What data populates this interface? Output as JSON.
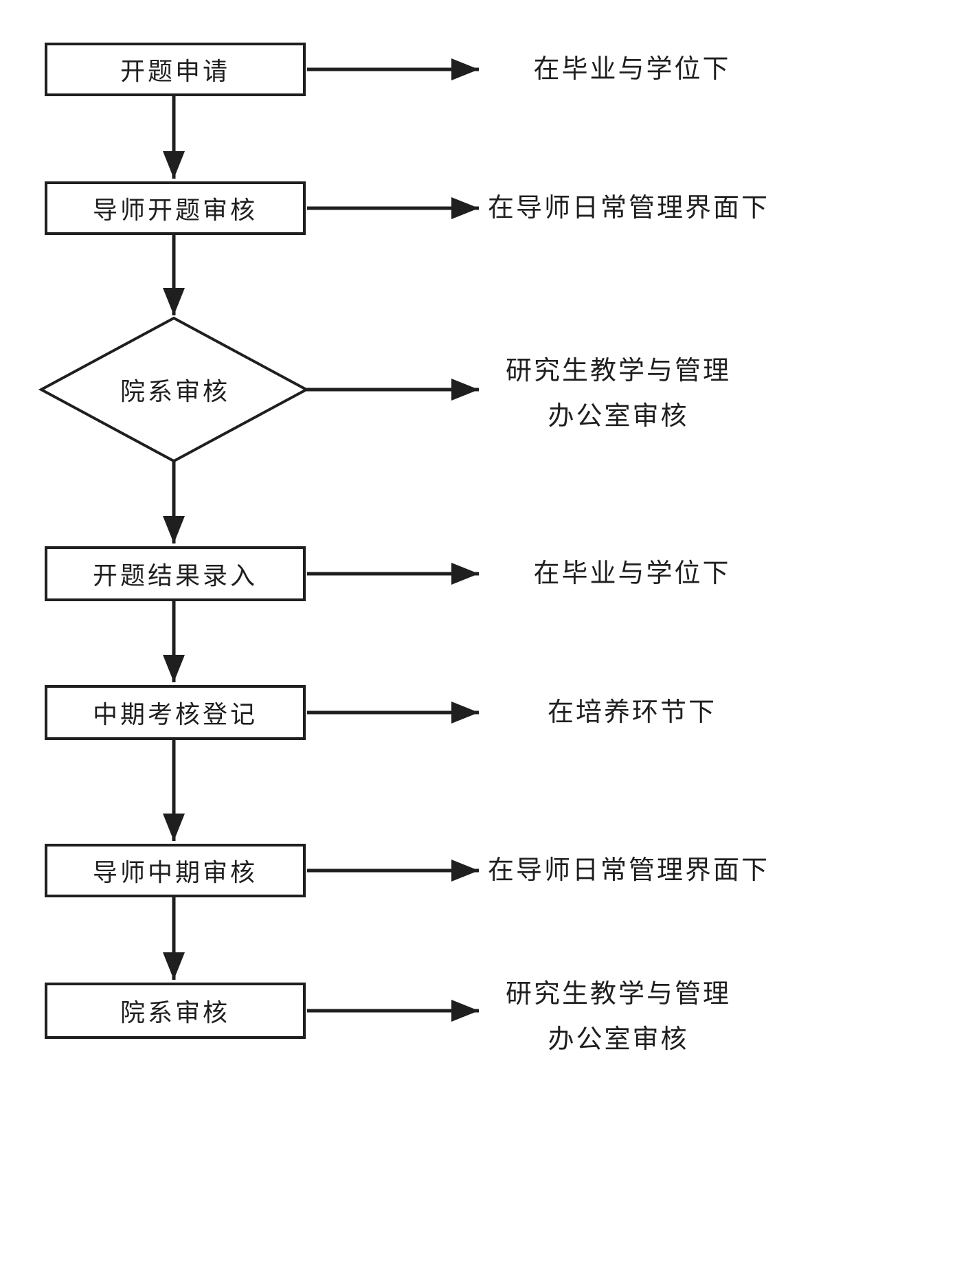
{
  "flowchart": {
    "colors": {
      "stroke": "#1f1f1f",
      "fill": "#ffffff",
      "text": "#1f1f1f"
    },
    "nodes": [
      {
        "label": "开题申请",
        "shape": "rect"
      },
      {
        "label": "导师开题审核",
        "shape": "rect"
      },
      {
        "label": "院系审核",
        "shape": "diamond"
      },
      {
        "label": "开题结果录入",
        "shape": "rect"
      },
      {
        "label": "中期考核登记",
        "shape": "rect"
      },
      {
        "label": "导师中期审核",
        "shape": "rect"
      },
      {
        "label": "院系审核",
        "shape": "rect"
      }
    ],
    "annotations": [
      {
        "lines": [
          "在毕业与学位下"
        ]
      },
      {
        "lines": [
          "在导师日常管理界面下"
        ]
      },
      {
        "lines": [
          "研究生教学与管理",
          "办公室审核"
        ]
      },
      {
        "lines": [
          "在毕业与学位下"
        ]
      },
      {
        "lines": [
          "在培养环节下"
        ]
      },
      {
        "lines": [
          "在导师日常管理界面下"
        ]
      },
      {
        "lines": [
          "研究生教学与管理",
          "办公室审核"
        ]
      }
    ]
  }
}
